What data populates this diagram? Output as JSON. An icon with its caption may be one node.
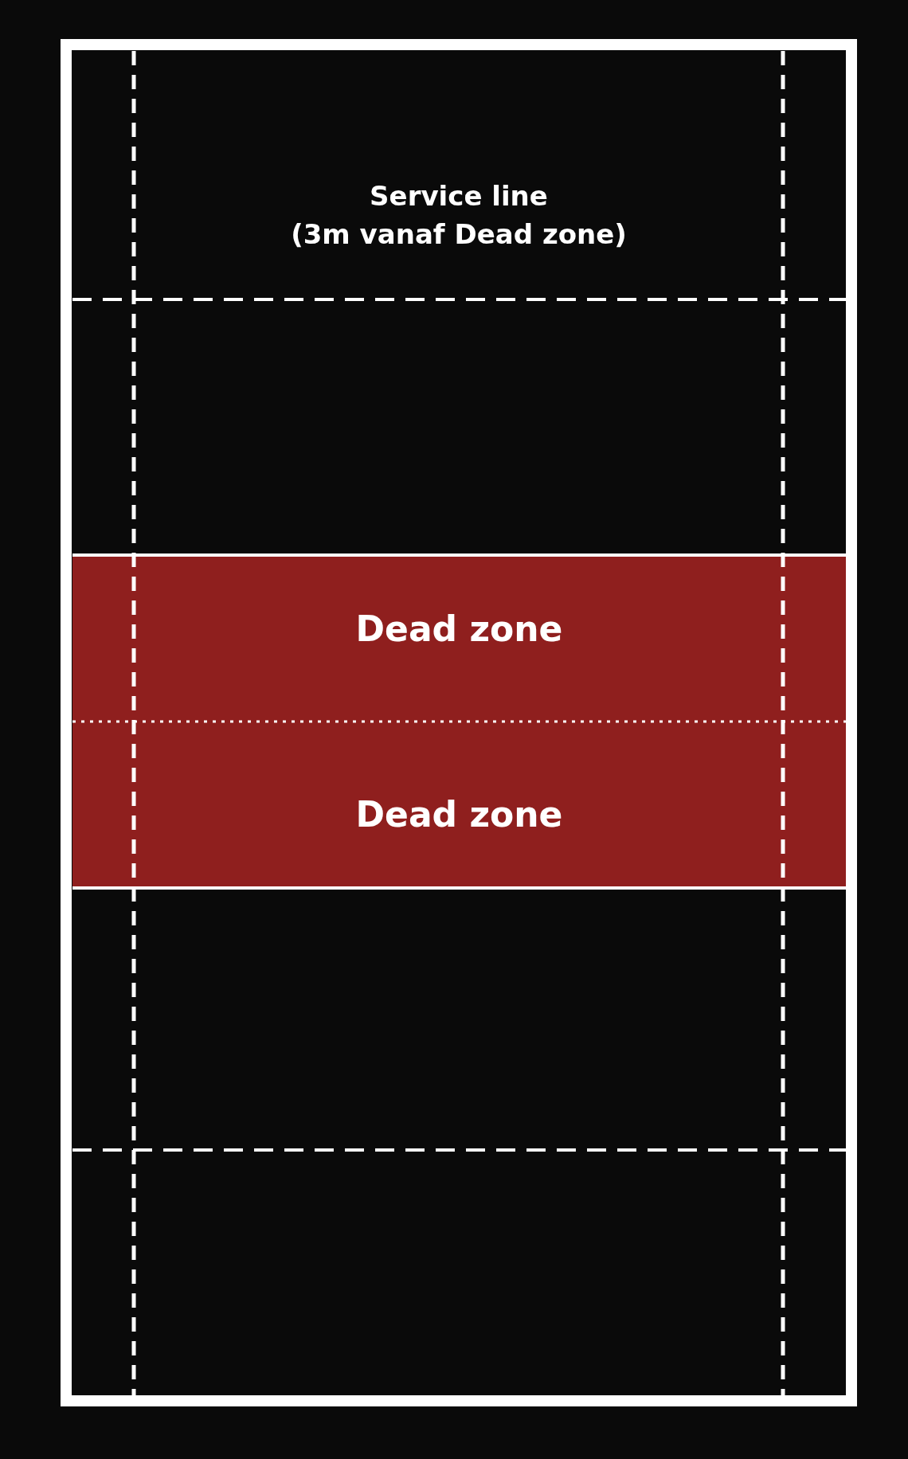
{
  "diagram": {
    "nodes": [
      {
        "text": [
          "Dead zone"
        ]
      },
      {
        "text": [
          "Dead zone"
        ]
      }
    ],
    "labels": [
      "Service line (3m vanaf Dead zone)"
    ]
  }
}
